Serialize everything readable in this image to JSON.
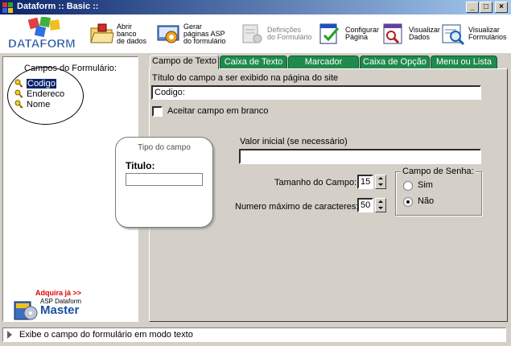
{
  "window": {
    "title": "Dataform :: Basic ::",
    "minimize": "_",
    "maximize": "□",
    "close": "×"
  },
  "toolbar": {
    "items": [
      {
        "label": "Abrir\nbanco\nde dados",
        "icon": "open-database-icon",
        "enabled": true
      },
      {
        "label": "Gerar\npáginas ASP\ndo formulário",
        "icon": "generate-asp-icon",
        "enabled": true
      },
      {
        "label": "Definições\ndo Formulário",
        "icon": "form-settings-icon",
        "enabled": false
      },
      {
        "label": "Configurar\nPágina",
        "icon": "configure-page-icon",
        "enabled": true
      },
      {
        "label": "Visualizar\nDados",
        "icon": "view-data-icon",
        "enabled": true
      },
      {
        "label": "Visualizar\nFormulários",
        "icon": "view-forms-icon",
        "enabled": true
      }
    ],
    "logo_text": "DATAFORM"
  },
  "left_panel": {
    "title": "Campos do Formulário:",
    "fields": [
      {
        "name": "Codigo",
        "selected": true
      },
      {
        "name": "Endereco",
        "selected": false
      },
      {
        "name": "Nome",
        "selected": false
      }
    ],
    "promo": {
      "headline": "Adquira já >>",
      "subtitle": "ASP Dataform",
      "product": "Master"
    }
  },
  "tabs": [
    {
      "label": "Campo de Texto",
      "active": true
    },
    {
      "label": "Caixa de Texto",
      "active": false
    },
    {
      "label": "Marcador",
      "active": false
    },
    {
      "label": "Caixa de Opção",
      "active": false
    },
    {
      "label": "Menu ou Lista",
      "active": false
    }
  ],
  "form": {
    "title_label": "Título do campo a ser exibido na página do site",
    "title_value": "Codigo:",
    "allow_blank_label": "Aceitar campo em branco",
    "allow_blank_checked": false,
    "initial_value_label": "Valor inicial (se necessário)",
    "initial_value": "",
    "field_size_label": "Tamanho do Campo:",
    "field_size_value": "15",
    "max_chars_label": "Numero máximo de caracteres:",
    "max_chars_value": "50",
    "password_group_label": "Campo de Senha:",
    "password_yes_label": "Sim",
    "password_no_label": "Não",
    "password_selected": "Não"
  },
  "preview": {
    "title": "Tipo do campo",
    "label": "Titulo:"
  },
  "status": {
    "text": "Exibe o campo do formulário em modo texto"
  },
  "colors": {
    "titlebar_start": "#0a246a",
    "tab_green": "#1f8a4c",
    "promo_red": "#e00000",
    "selection": "#0a246a"
  }
}
